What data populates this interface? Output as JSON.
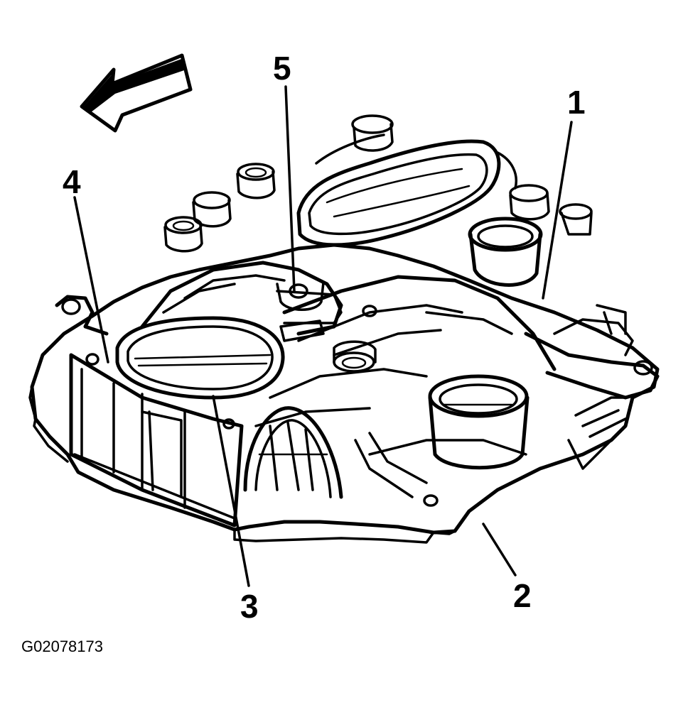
{
  "figure": {
    "id_label": "G02078173",
    "callouts": [
      {
        "id": "1",
        "text": "1"
      },
      {
        "id": "2",
        "text": "2"
      },
      {
        "id": "3",
        "text": "3"
      },
      {
        "id": "4",
        "text": "4"
      },
      {
        "id": "5",
        "text": "5"
      }
    ],
    "arrow_icon": "direction-arrow-icon",
    "line_color": "#000000",
    "background": "#ffffff"
  }
}
